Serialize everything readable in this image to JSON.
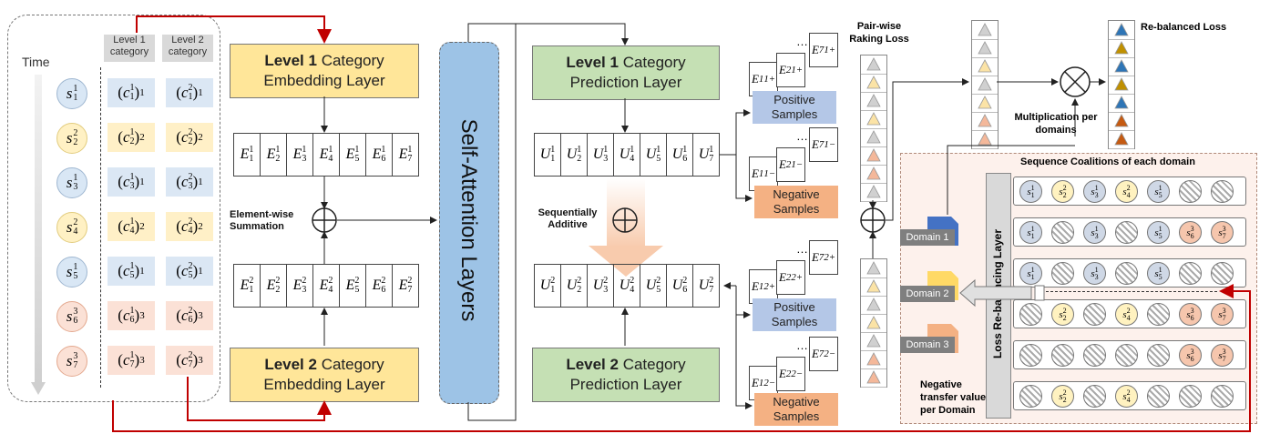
{
  "left_panel": {
    "time_label": "Time",
    "header_level1": "Level 1 category",
    "header_level2": "Level 2 category",
    "sessions": [
      {
        "s": "s",
        "sub": "1",
        "sup": "1",
        "color": "blue",
        "c1sub": "1",
        "c1sup": "1",
        "c2sub": "1",
        "c2sup": "1"
      },
      {
        "s": "s",
        "sub": "2",
        "sup": "2",
        "color": "yellow",
        "c1sub": "2",
        "c1sup": "2",
        "c2sub": "2",
        "c2sup": "2"
      },
      {
        "s": "s",
        "sub": "3",
        "sup": "1",
        "color": "blue",
        "c1sub": "3",
        "c1sup": "1",
        "c2sub": "3",
        "c2sup": "1"
      },
      {
        "s": "s",
        "sub": "4",
        "sup": "2",
        "color": "yellow",
        "c1sub": "4",
        "c1sup": "2",
        "c2sub": "4",
        "c2sup": "2"
      },
      {
        "s": "s",
        "sub": "5",
        "sup": "1",
        "color": "blue",
        "c1sub": "5",
        "c1sup": "1",
        "c2sub": "5",
        "c2sup": "1"
      },
      {
        "s": "s",
        "sub": "6",
        "sup": "3",
        "color": "pink",
        "c1sub": "6",
        "c1sup": "3",
        "c2sub": "6",
        "c2sup": "3"
      },
      {
        "s": "s",
        "sub": "7",
        "sup": "3",
        "color": "pink",
        "c1sub": "7",
        "c1sup": "3",
        "c2sub": "7",
        "c2sup": "3"
      }
    ]
  },
  "embedding": {
    "level1_bold": "Level 1",
    "level1_rest": " Category",
    "level1_line2": "Embedding Layer",
    "level2_bold": "Level 2",
    "level2_rest": " Category",
    "level2_line2": "Embedding Layer",
    "row1_symbol": "E",
    "row1_level": "1",
    "row2_symbol": "E",
    "row2_level": "2",
    "summation_label": "Element-wise Summation"
  },
  "attention_label": "Self-Attention Layers",
  "prediction": {
    "level1_bold": "Level 1",
    "level1_rest": " Category",
    "level1_line2": "Prediction Layer",
    "level2_bold": "Level 2",
    "level2_rest": " Category",
    "level2_line2": "Prediction Layer",
    "row1_symbol": "U",
    "row1_level": "1",
    "row2_symbol": "U",
    "row2_level": "2",
    "additive_label": "Sequentially Additive"
  },
  "samples": {
    "positive_label": "Positive Samples",
    "negative_label": "Negative Samples",
    "ellipsis": "…"
  },
  "pairwise_label": "Pair-wise Raking Loss",
  "rebalanced_label": "Re-balanced Loss",
  "multiplication_label": "Multiplication per domains",
  "coalitions_label": "Sequence Coalitions of each domain",
  "rebalancing_layer_label": "Loss Re-balancing Layer",
  "domains": [
    "Domain 1",
    "Domain 2",
    "Domain 3"
  ],
  "negative_transfer_label": "Negative transfer value per Domain",
  "colors": {
    "blue": "#4472c4",
    "yellow": "#ffd966",
    "orange": "#f4b183",
    "red": "#c00000"
  }
}
